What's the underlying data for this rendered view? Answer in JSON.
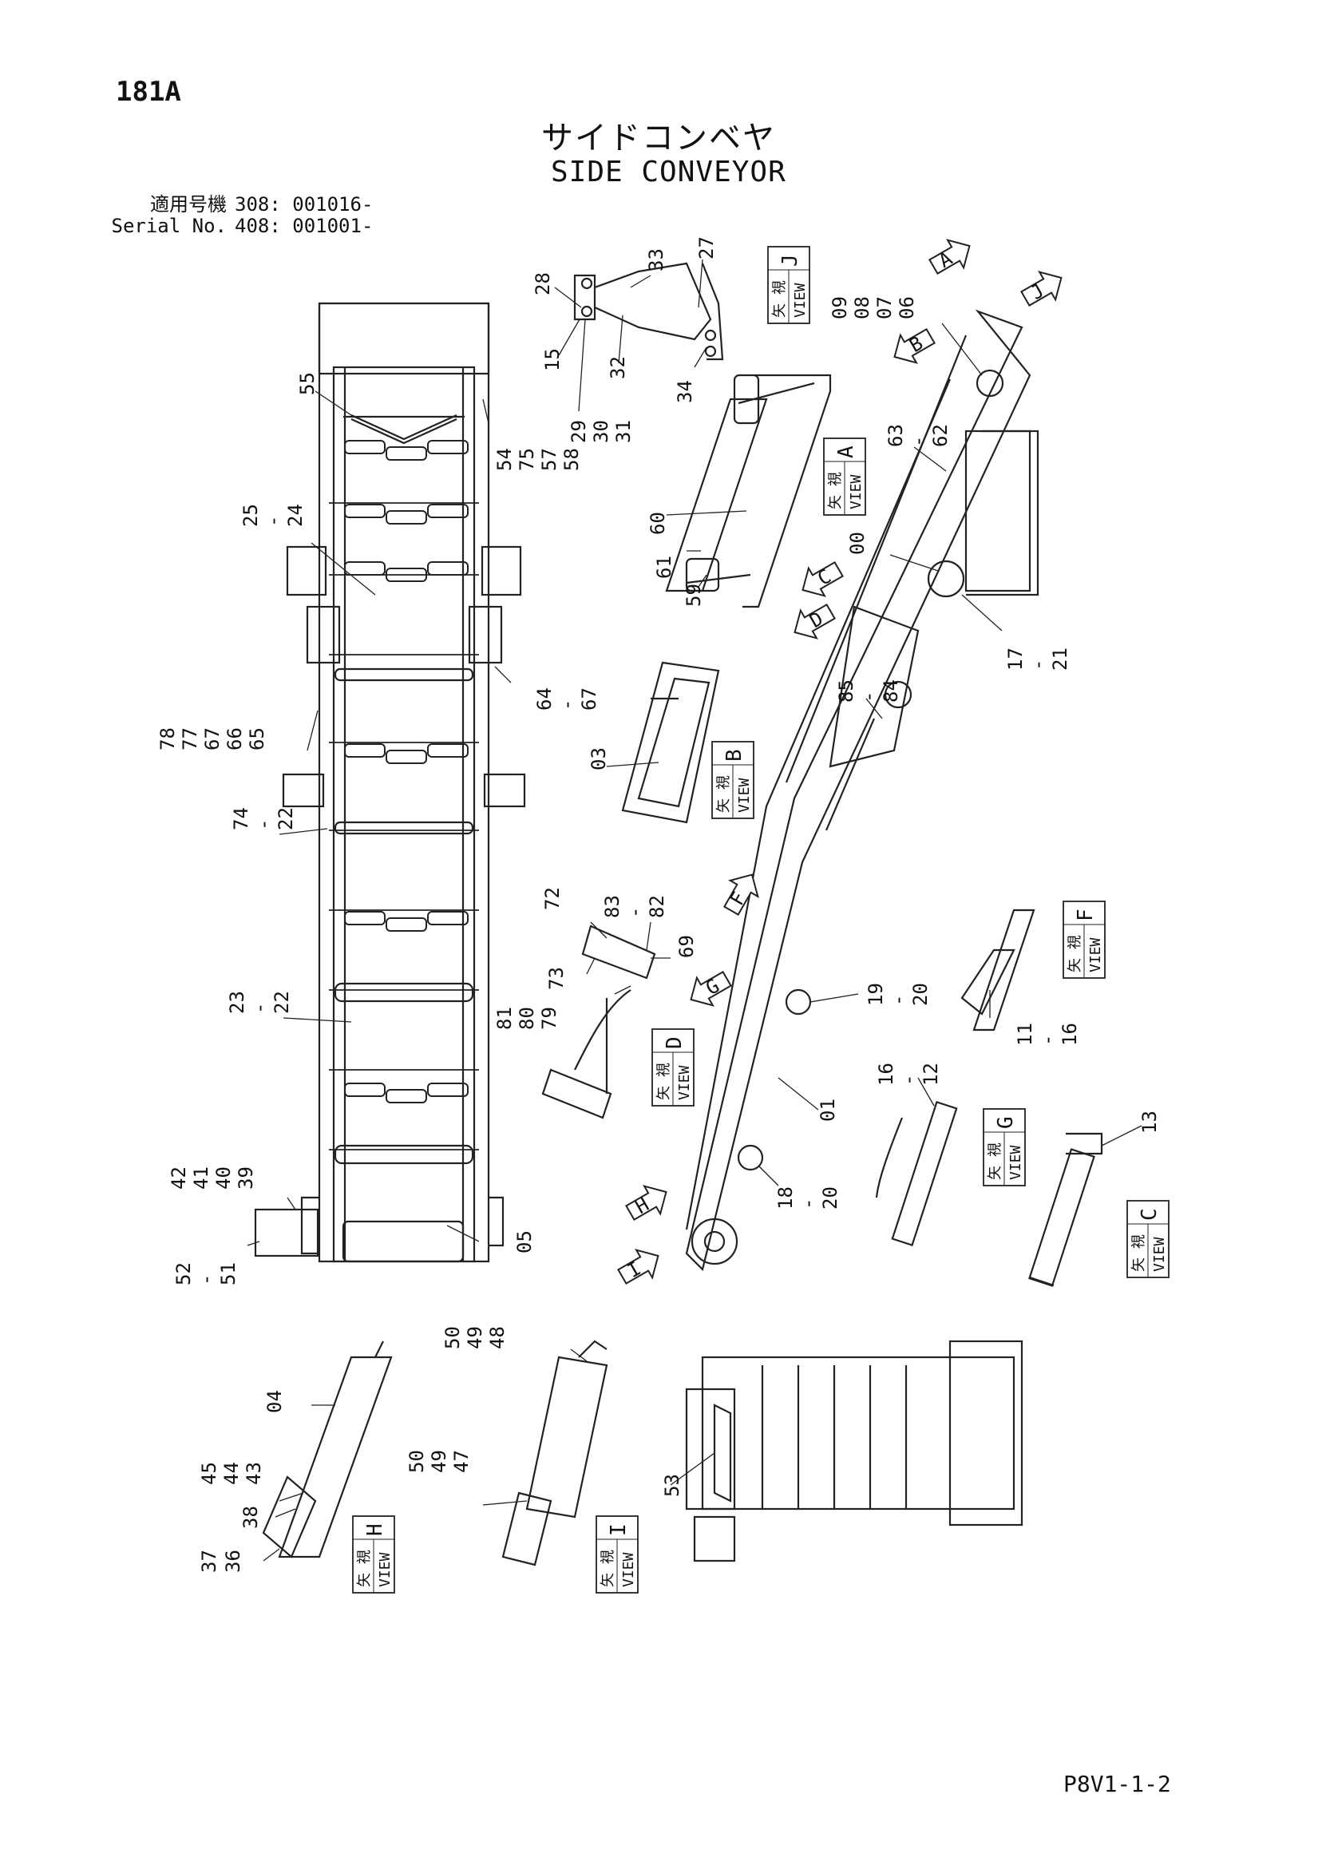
{
  "header": {
    "page_number": "181A",
    "title_jp": "サイドコンベヤ",
    "title_en": "SIDE CONVEYOR"
  },
  "serial": {
    "label_jp": "適用号機",
    "label_en": "Serial No.",
    "value_1": "308: 001016-",
    "value_2": "408: 001001-"
  },
  "views": {
    "view_word": "VIEW",
    "view_jp": "矢 視",
    "A": "A",
    "B": "B",
    "C": "C",
    "D": "D",
    "F": "F",
    "G": "G",
    "H": "H",
    "I": "I",
    "J": "J"
  },
  "callouts": {
    "c55": "55",
    "c25_24": [
      "25",
      "24"
    ],
    "c78_65": [
      "78",
      "77",
      "67",
      "66",
      "65"
    ],
    "c74_22": [
      "74",
      "22"
    ],
    "c23_22": [
      "23",
      "22"
    ],
    "c42_39": [
      "42",
      "41",
      "40",
      "39"
    ],
    "c52_51": [
      "52",
      "51"
    ],
    "c54_58": [
      "54",
      "75",
      "57",
      "58"
    ],
    "c64_67": [
      "64",
      "67"
    ],
    "c05": "05",
    "c28": "28",
    "c15": "15",
    "c29_31": [
      "29",
      "30",
      "31"
    ],
    "c32": "32",
    "c33": "33",
    "c34": "34",
    "c27": "27",
    "c60": "60",
    "c61": "61",
    "c59": "59",
    "c09_06": [
      "09",
      "08",
      "07",
      "06"
    ],
    "c63_62": [
      "63",
      "62"
    ],
    "c00": "00",
    "c17_21": [
      "17",
      "21"
    ],
    "c85_84": [
      "85",
      "84"
    ],
    "c03": "03",
    "c72": "72",
    "c83_82": [
      "83",
      "82"
    ],
    "c69": "69",
    "c73": "73",
    "c81_79": [
      "81",
      "80",
      "79"
    ],
    "c19_20": [
      "19",
      "20"
    ],
    "c11_16": [
      "11",
      "16"
    ],
    "c01": "01",
    "c16_12": [
      "16",
      "12"
    ],
    "c13": "13",
    "c18_20": [
      "18",
      "20"
    ],
    "c50_48": [
      "50",
      "49",
      "48"
    ],
    "c04": "04",
    "c45_43": [
      "45",
      "44",
      "43"
    ],
    "c38": "38",
    "c37": "37",
    "c36": "36",
    "c50_47": [
      "50",
      "49",
      "47"
    ],
    "c53": "53"
  },
  "footer": {
    "code": "P8V1-1-2"
  }
}
